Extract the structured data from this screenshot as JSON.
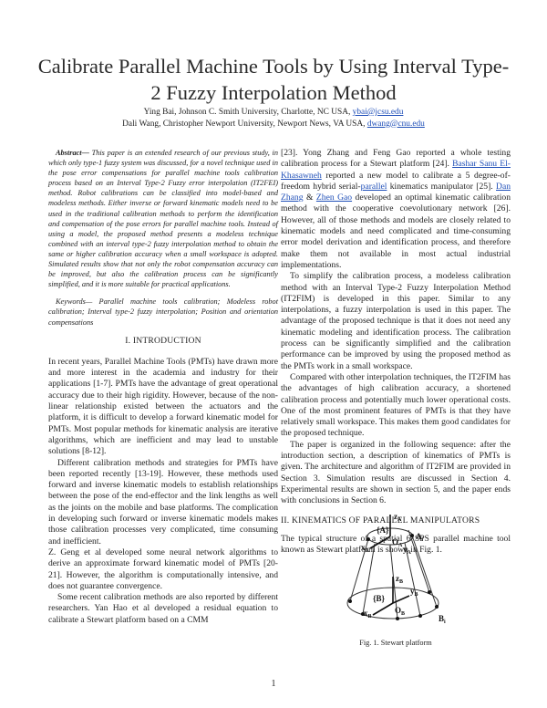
{
  "paper": {
    "title": "Calibrate Parallel Machine Tools by Using Interval Type-2 Fuzzy Interpolation Method",
    "authors": {
      "line1_text": "Ying Bai, Johnson C. Smith University, Charlotte, NC USA, ",
      "line1_email": "ybai@jcsu.edu",
      "line2_text": "Dali Wang, Christopher Newport University, Newport News, VA USA, ",
      "line2_email": "dwang@cnu.edu"
    },
    "abstract_label": "Abstract—",
    "abstract": " This paper is an extended research of our previous study, in which only type-1 fuzzy system was discussed, for a novel technique used in the pose error compensations for parallel machine tools calibration process based on an Interval Type-2 Fuzzy error interpolation (IT2FEI) method. Robot calibrations can be classified into model-based and modeless methods. Either inverse or forward kinematic models need to be used in the traditional calibration methods to perform the identification and compensation of the pose errors for parallel machine tools. Instead of using a model, the proposed method presents a modeless technique combined with an interval type-2 fuzzy interpolation method to obtain the same or higher calibration accuracy when a small workspace is adopted. Simulated results show that not only the robot compensation accuracy can be improved, but also the calibration process can be significantly simplified, and it is more suitable for practical applications.",
    "keywords_label": "Keywords—",
    "keywords": " Parallel machine tools calibration; Modeless robot calibration; Interval type-2 fuzzy interpolation; Position and orientation compensations",
    "section1_heading": "I. INTRODUCTION",
    "intro_p1": "In recent years, Parallel Machine Tools (PMTs) have drawn more and more interest in the academia and industry for their applications [1-7]. PMTs have the advantage of great operational accuracy due to their high rigidity. However, because of the non-linear relationship existed between the actuators and the platform, it is difficult to develop a forward kinematic model for PMTs. Most popular methods for kinematic analysis are iterative algorithms, which are inefficient and may lead to unstable solutions [8-12].",
    "intro_p2": "Different calibration methods and strategies for PMTs have been reported recently [13-19]. However, these methods used forward and inverse kinematic models to establish relationships between the pose of the end-effector and the link lengths as well as the joints on the mobile and base platforms. The complication in developing such forward or inverse kinematic models makes those calibration processes very complicated, time consuming and inefficient.",
    "intro_p3": "Z. Geng et al developed some neural network algorithms to derive an approximate forward kinematic model of PMTs [20-21]. However, the algorithm is computationally intensive, and does not guarantee convergence.",
    "intro_p4": "Some recent calibration methods are also reported by different researchers. Yan Hao et al developed a residual equation to calibrate a Stewart platform based on a CMM",
    "right_p1_a": "[23]. Yong Zhang and Feng Gao reported a whole testing calibration process for a Stewart platform [24]. ",
    "right_p1_link1": "Bashar Sanu El-Khasawneh",
    "right_p1_b": " reported a new model to calibrate a 5 degree-of-freedom hybrid serial-",
    "right_p1_link2": "parallel",
    "right_p1_c": " kinematics manipulator [25]. ",
    "right_p1_link3": "Dan Zhang",
    "right_p1_d": " & ",
    "right_p1_link4": "Zhen Gao",
    "right_p1_e": " developed an optimal kinematic calibration method with the cooperative coevolutionary network [26]. However, all of those methods and models are closely related to kinematic models and need complicated and time-consuming error model derivation and identification process, and therefore make them not available in most actual industrial implementations.",
    "right_p2": "To simplify the calibration process, a modeless calibration method with an Interval Type-2 Fuzzy Interpolation Method (IT2FIM) is developed in this paper. Similar to any interpolations, a fuzzy interpolation is used in this paper. The advantage of the proposed technique is that it does not need any kinematic modeling and identification process. The calibration process can be significantly simplified and the calibration performance can be improved by using the proposed method as the PMTs work in a small workspace.",
    "right_p3": "Compared with other interpolation techniques, the IT2FIM has the advantages of high calibration accuracy, a shortened calibration process and potentially much lower operational costs. One of the most prominent features of PMTs is that they have relatively small workspace. This makes them good candidates for the proposed technique.",
    "right_p4": "The paper is organized in the following sequence: after the introduction section, a description of kinematics of PMTs is given. The architecture and algorithm of IT2FIM are provided in Section 3. Simulation results are discussed in Section 4. Experimental results are shown in section 5, and the paper ends with conclusions in Section 6.",
    "section2_heading": "II. KINEMATICS OF PARALLEL MANIPULATORS",
    "kin_p1": "The typical structure of a spatial 6 SPS parallel machine tool known as Stewart platform is shown in Fig. 1.",
    "figure": {
      "label_A": "{A}",
      "label_B": "{B}",
      "label_OA": "O",
      "label_OA_sub": "A",
      "label_OB": "O",
      "label_OB_sub": "B",
      "label_Ai": "A",
      "label_Ai_sub": "i",
      "label_Bi": "B",
      "label_Bi_sub": "i",
      "label_zA": "z",
      "label_zA_sub": "A",
      "label_xA": "x",
      "label_xA_sub": "A",
      "label_yA": "y",
      "label_yA_sub": "A",
      "label_zB": "z",
      "label_zB_sub": "B",
      "label_xB": "x",
      "label_xB_sub": "B",
      "label_yB": "y",
      "label_yB_sub": "B"
    },
    "figure_caption": "Fig. 1. Stewart platform",
    "page_number": "1"
  }
}
